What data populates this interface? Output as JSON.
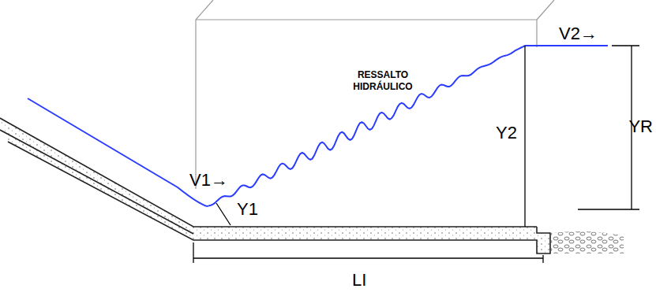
{
  "diagram": {
    "labels": [
      "V1→",
      "Y1",
      "RESSALTO HIDRÁULICO",
      "Y2",
      "V2→",
      "YR",
      "LI"
    ]
  }
}
